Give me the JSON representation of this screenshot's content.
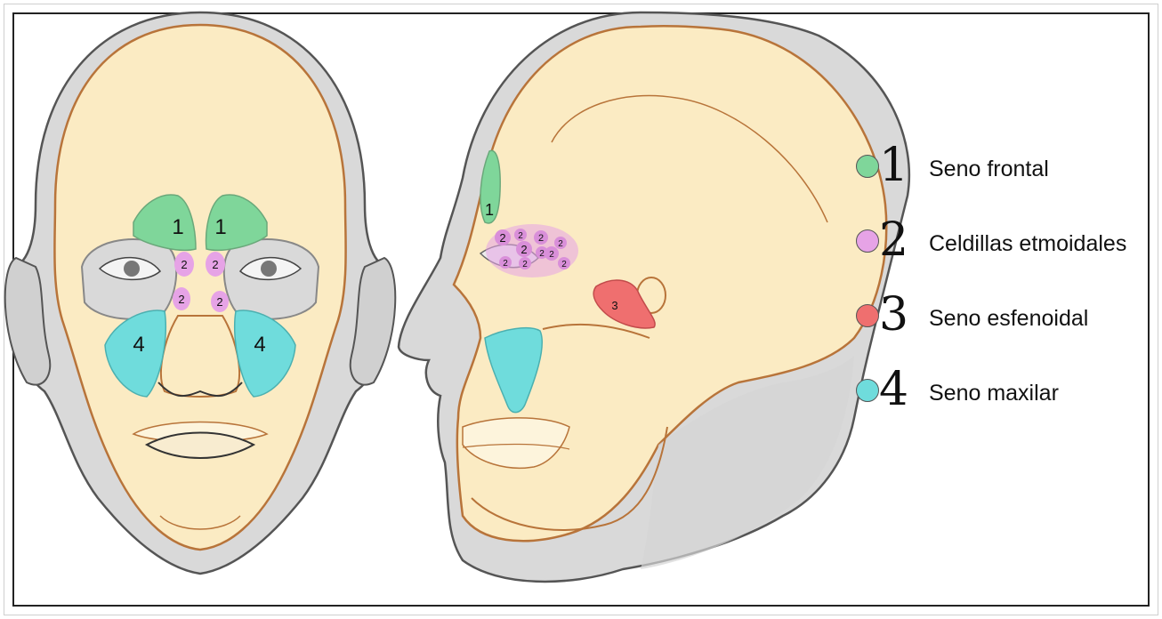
{
  "legend": [
    {
      "number": "1",
      "label": "Seno frontal",
      "color": "#7fd69a"
    },
    {
      "number": "2",
      "label": "Celdillas etmoidales",
      "color": "#e6a3e6"
    },
    {
      "number": "3",
      "label": "Seno esfenoidal",
      "color": "#ef6f6f"
    },
    {
      "number": "4",
      "label": "Seno maxilar",
      "color": "#6fdcdc"
    }
  ],
  "front_labels": {
    "frontal_left": "1",
    "frontal_right": "1",
    "ethmoid_1": "2",
    "ethmoid_2": "2",
    "ethmoid_3": "2",
    "ethmoid_4": "2",
    "maxillary_left": "4",
    "maxillary_right": "4"
  },
  "side_labels": {
    "frontal": "1",
    "ethmoid": [
      "2",
      "2",
      "2",
      "2",
      "2",
      "2",
      "2",
      "2",
      "2",
      "2"
    ],
    "sphenoid": "3"
  },
  "colors": {
    "skin": "#d9d9d9",
    "bone": "#fbebc3",
    "bone_outline": "#b8743a",
    "outline": "#555555"
  }
}
